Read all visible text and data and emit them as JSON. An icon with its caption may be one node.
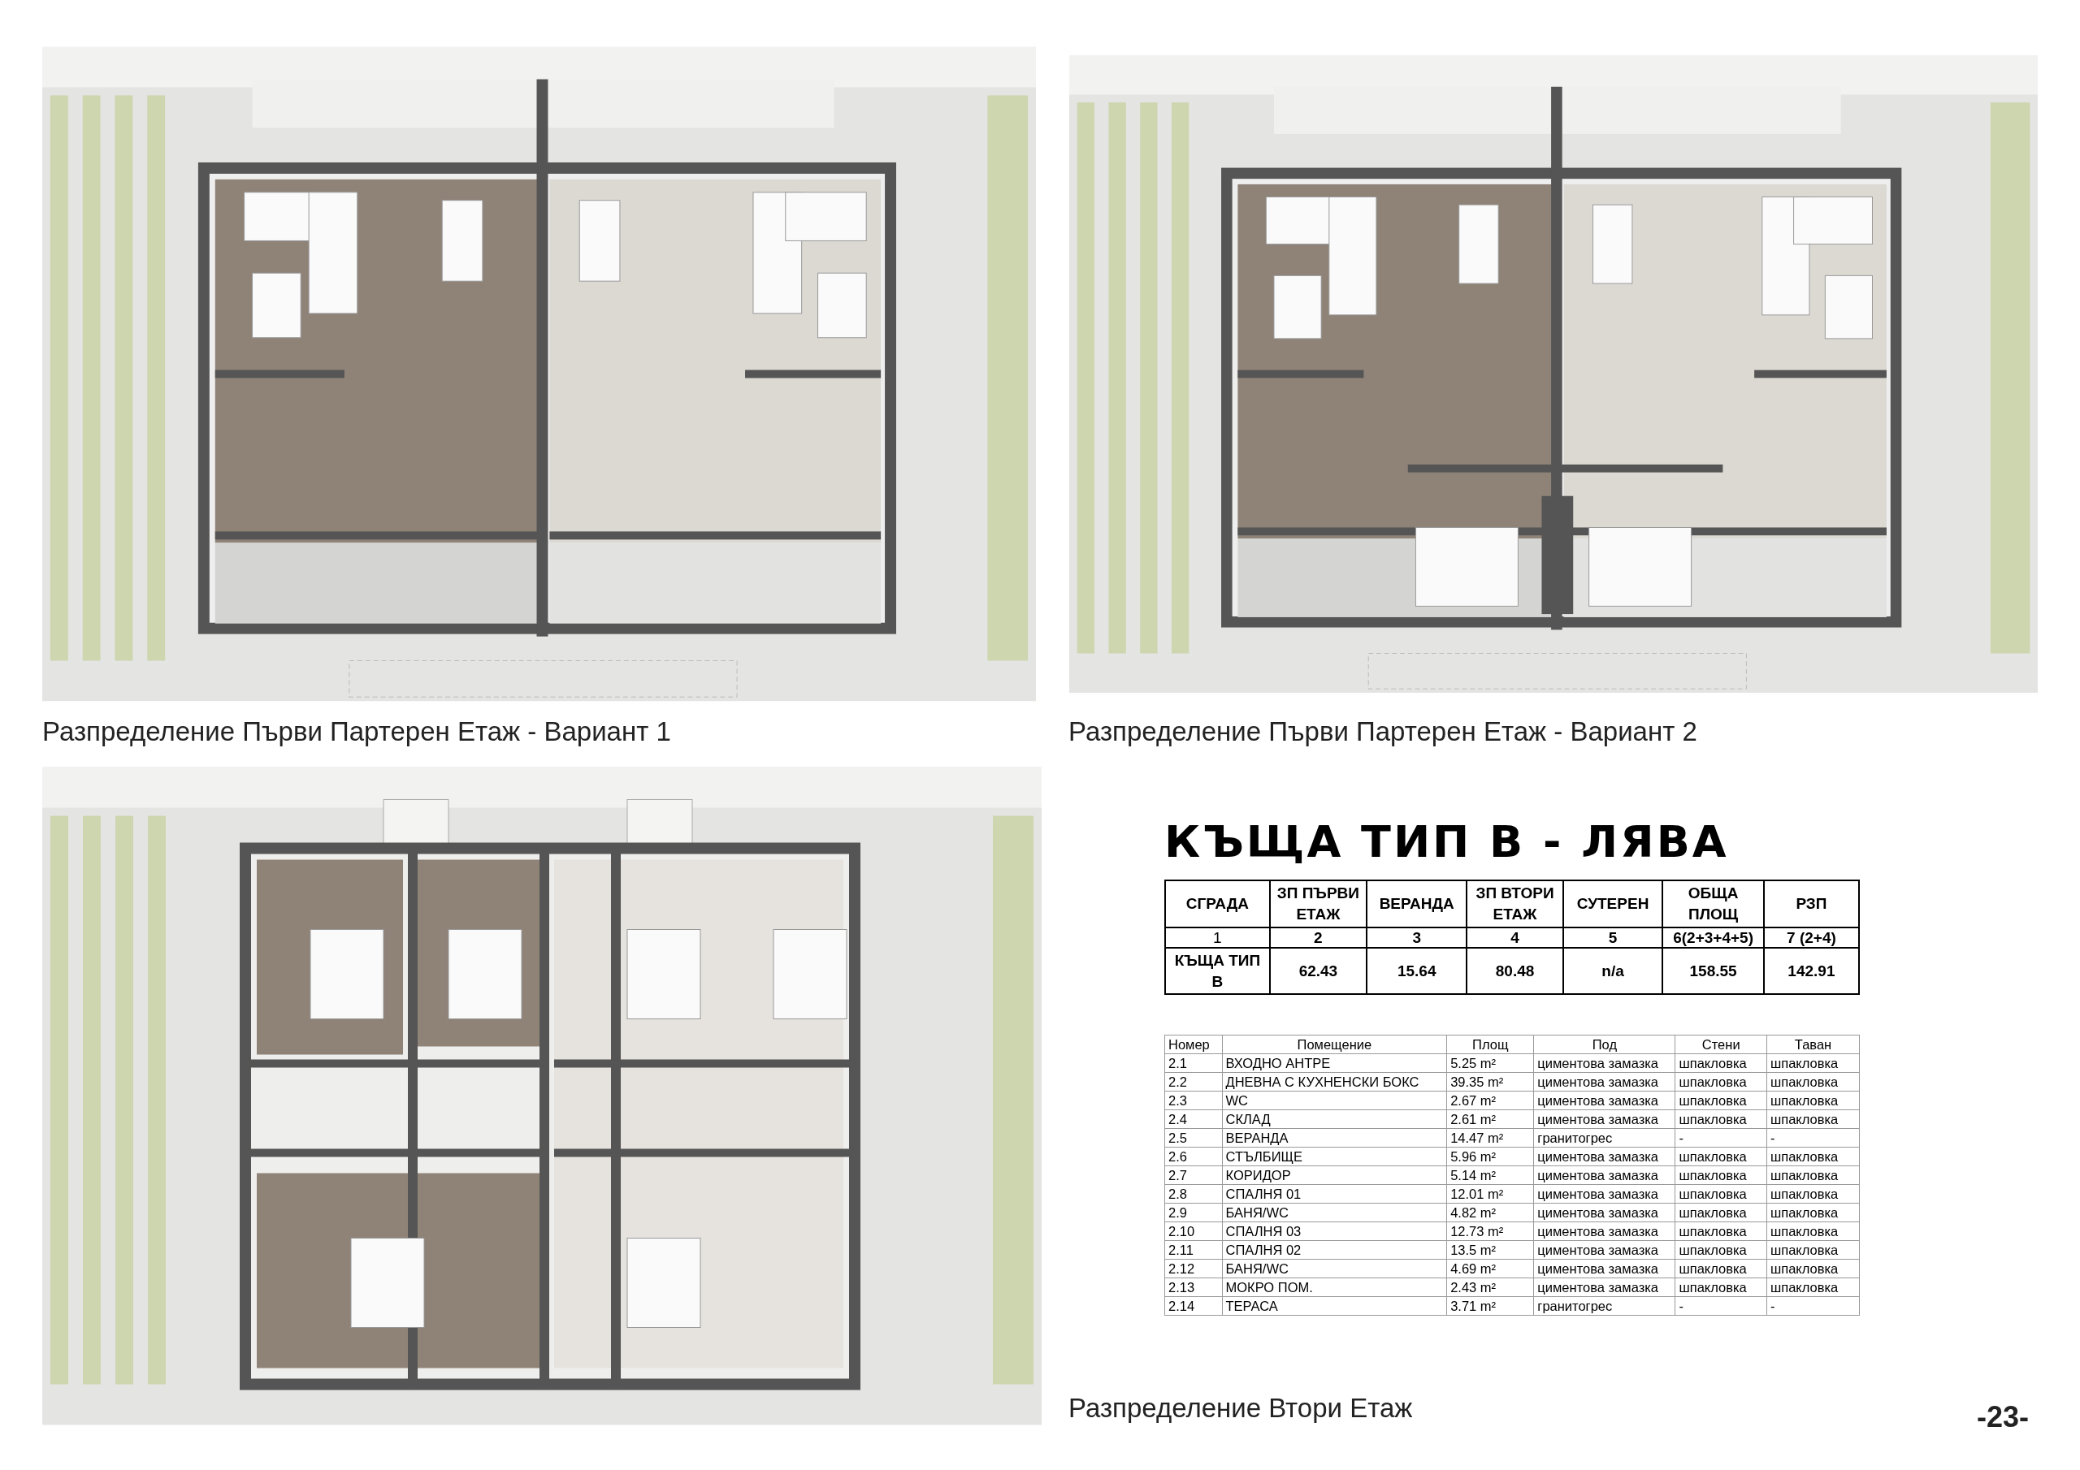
{
  "diagram": {
    "title": "КЪЩА ТИП В - ЛЯВА",
    "labels": [
      "Разпределение Първи Партерен Етаж - Вариант 1",
      "Разпределение Първи Партерен Етаж - Вариант 2",
      "СГРАДА",
      "ЗП ПЪРВИ ЕТАЖ",
      "ВЕРАНДА",
      "ЗП ВТОРИ ЕТАЖ",
      "СУТЕРЕН",
      "ОБЩА ПЛОЩ",
      "РЗП",
      "1",
      "2",
      "3",
      "4",
      "5",
      "6(2+3+4+5)",
      "7 (2+4)",
      "КЪЩА ТИП В",
      "62.43",
      "15.64",
      "80.48",
      "n/a",
      "158.55",
      "142.91",
      "Номер",
      "Помещение",
      "Площ",
      "Под",
      "Стени",
      "Таван",
      "2.1",
      "ВХОДНО АНТРЕ",
      "5.25 m²",
      "циментова замазка",
      "шпакловка",
      "шпакловка",
      "2.2",
      "ДНЕВНА С КУХНЕНСКИ БОКС",
      "39.35 m²",
      "циментова замазка",
      "шпакловка",
      "шпакловка",
      "2.3",
      "WC",
      "2.67 m²",
      "циментова замазка",
      "шпакловка",
      "шпакловка",
      "2.4",
      "СКЛАД",
      "2.61 m²",
      "циментова замазка",
      "шпакловка",
      "шпакловка",
      "2.5",
      "ВЕРАНДА",
      "14.47 m²",
      "гранитогрес",
      "-",
      "-",
      "2.6",
      "СТЪЛБИЩЕ",
      "5.96 m²",
      "циментова замазка",
      "шпакловка",
      "шпакловка",
      "2.7",
      "КОРИДОР",
      "5.14 m²",
      "циментова замазка",
      "шпакловка",
      "шпакловка",
      "2.8",
      "СПАЛНЯ 01",
      "12.01 m²",
      "циментова замазка",
      "шпакловка",
      "шпакловка",
      "2.9",
      "БАНЯ/WC",
      "4.82 m²",
      "циментова замазка",
      "шпакловка",
      "шпакловка",
      "2.10",
      "СПАЛНЯ 03",
      "12.73 m²",
      "циментова замазка",
      "шпакловка",
      "шпакловка",
      "2.11",
      "СПАЛНЯ 02",
      "13.5 m²",
      "циментова замазка",
      "шпакловка",
      "шпакловка",
      "2.12",
      "БАНЯ/WC",
      "4.69 m²",
      "циментова замазка",
      "шпакловка",
      "шпакловка",
      "2.13",
      "МОКРО ПОМ.",
      "2.43 m²",
      "циментова замазка",
      "шпакловка",
      "шпакловка",
      "2.14",
      "ТЕРАСА",
      "3.71 m²",
      "гранитогрес",
      "-",
      "-",
      "Разпределение Втори Етаж",
      "-23-"
    ]
  }
}
